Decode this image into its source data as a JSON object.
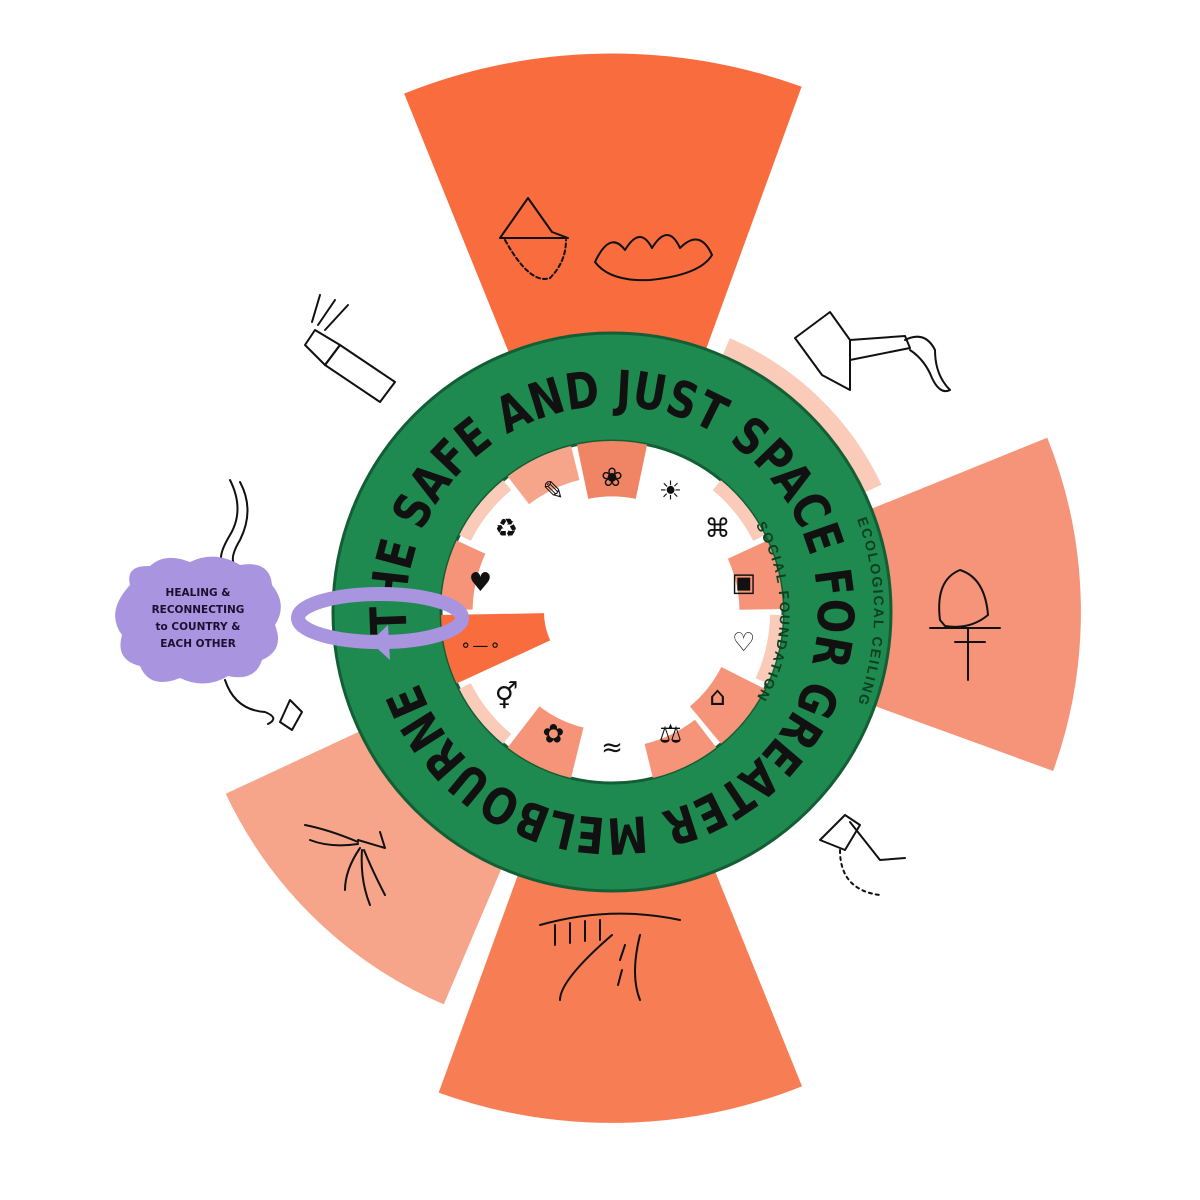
{
  "title": "THE SAFE AND JUST SPACE FOR GREATER MELBOURNE",
  "ring_labels": {
    "ecological_ceiling": "ECOLOGICAL CEILING",
    "social_foundation": "SOCIAL FOUNDATION"
  },
  "callout": {
    "lines": [
      "HEALING &",
      "RECONNECTING",
      "to COUNTRY &",
      "EACH OTHER"
    ],
    "color": "#a994e0"
  },
  "colors": {
    "ring": "#1f8a4f",
    "ring_edge": "#145e35",
    "overshoot_strong": "#f86c3e",
    "overshoot_mid": "#f77e54",
    "overshoot_soft": "#f59478",
    "overshoot_light": "#f7a58a",
    "overshoot_faint": "#f9cbb8"
  },
  "ecological_ceiling": [
    {
      "icon": "iceberg-and-fire-icon",
      "overshoot": 1.0,
      "color": "#f86c3e"
    },
    {
      "icon": "factory-pollution-icon",
      "overshoot": 0.07,
      "color": "#f9cbb8"
    },
    {
      "icon": "fertiliser-sack-icon",
      "overshoot": 0.68,
      "color": "#f59478"
    },
    {
      "icon": "water-tap-icon",
      "overshoot": 0,
      "color": "#f59478"
    },
    {
      "icon": "road-land-conversion-icon",
      "overshoot": 0.83,
      "color": "#f77e54"
    },
    {
      "icon": "crop-spraying-icon",
      "overshoot": 0.53,
      "color": "#f7a58a"
    },
    {
      "icon": "ocean-squiggle-icon",
      "overshoot": 0,
      "color": "#f7a58a"
    },
    {
      "icon": "aerosol-spray-icon",
      "overshoot": 0,
      "color": "#f7a58a"
    }
  ],
  "social_foundation": [
    {
      "icon": "food-vegetables-icon",
      "shortfall": 0.32,
      "color": "#f08566"
    },
    {
      "icon": "energy-sun-wind-icon",
      "shortfall": 0,
      "color": "#ffffff"
    },
    {
      "icon": "networks-icon",
      "shortfall": 0.07,
      "color": "#f9cbb8"
    },
    {
      "icon": "education-tablet-globe-icon",
      "shortfall": 0.25,
      "color": "#f59478"
    },
    {
      "icon": "care-hand-icon",
      "shortfall": 0.07,
      "color": "#f9cbb8"
    },
    {
      "icon": "housing-icon",
      "shortfall": 0.28,
      "color": "#f59478"
    },
    {
      "icon": "peace-justice-icon",
      "shortfall": 0.2,
      "color": "#f59478"
    },
    {
      "icon": "water-waves-icon",
      "shortfall": 0,
      "color": "#ffffff"
    },
    {
      "icon": "health-flower-icon",
      "shortfall": 0.3,
      "color": "#f59478"
    },
    {
      "icon": "gender-equality-icon",
      "shortfall": 0.07,
      "color": "#f9cbb8"
    },
    {
      "icon": "mobility-bike-icon",
      "shortfall": 0.6,
      "color": "#f86c3e"
    },
    {
      "icon": "wellbeing-heart-icon",
      "shortfall": 0.18,
      "color": "#f59478"
    },
    {
      "icon": "circular-arrows-icon",
      "shortfall": 0.07,
      "color": "#f9cbb8"
    },
    {
      "icon": "voice-document-icon",
      "shortfall": 0.2,
      "color": "#f7a58a"
    }
  ]
}
